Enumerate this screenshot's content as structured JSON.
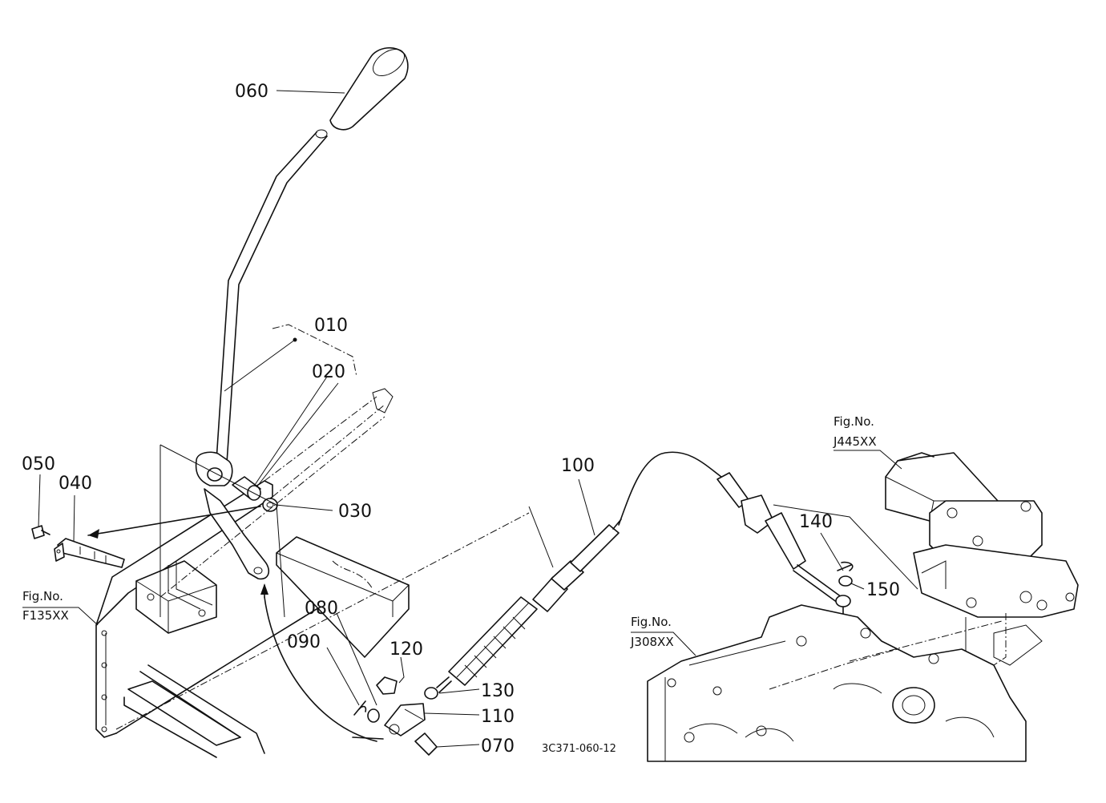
{
  "diagram": {
    "drawing_code": "3C371-060-12",
    "parts": [
      {
        "id": "p010",
        "number": "010"
      },
      {
        "id": "p020",
        "number": "020"
      },
      {
        "id": "p030",
        "number": "030"
      },
      {
        "id": "p040",
        "number": "040"
      },
      {
        "id": "p050",
        "number": "050"
      },
      {
        "id": "p060",
        "number": "060"
      },
      {
        "id": "p070",
        "number": "070"
      },
      {
        "id": "p080",
        "number": "080"
      },
      {
        "id": "p090",
        "number": "090"
      },
      {
        "id": "p100",
        "number": "100"
      },
      {
        "id": "p110",
        "number": "110"
      },
      {
        "id": "p120",
        "number": "120"
      },
      {
        "id": "p130",
        "number": "130"
      },
      {
        "id": "p140",
        "number": "140"
      },
      {
        "id": "p150",
        "number": "150"
      }
    ],
    "figure_refs": [
      {
        "id": "f1",
        "prefix": "Fig.No.",
        "code": "F135XX"
      },
      {
        "id": "f2",
        "prefix": "Fig.No.",
        "code": "J445XX"
      },
      {
        "id": "f3",
        "prefix": "Fig.No.",
        "code": "J308XX"
      }
    ]
  }
}
